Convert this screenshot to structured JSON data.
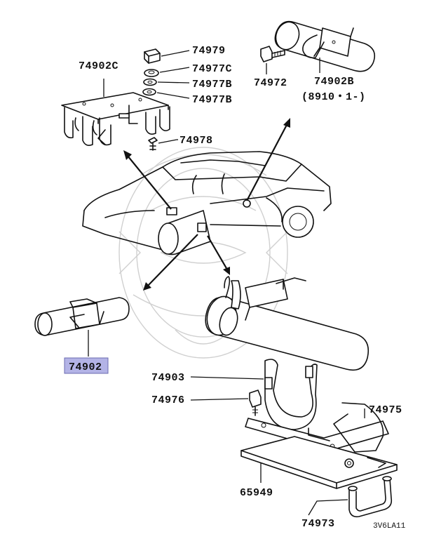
{
  "labels": {
    "p74902C": "74902C",
    "p74979": "74979",
    "p74977C": "74977C",
    "p74977B_1": "74977B",
    "p74977B_2": "74977B",
    "p74978": "74978",
    "p74972": "74972",
    "p74902B": "74902B",
    "p74902B_note": "(8910・1-)",
    "p74902": "74902",
    "p74903": "74903",
    "p74976": "74976",
    "p74975": "74975",
    "p65949": "65949",
    "p74973": "74973",
    "figure_code": "3V6LA11"
  },
  "colors": {
    "highlight_fill": "#b3b3e6",
    "highlight_border": "#6b6bb0",
    "line": "#111111",
    "watermark": "#d0d0d0"
  }
}
